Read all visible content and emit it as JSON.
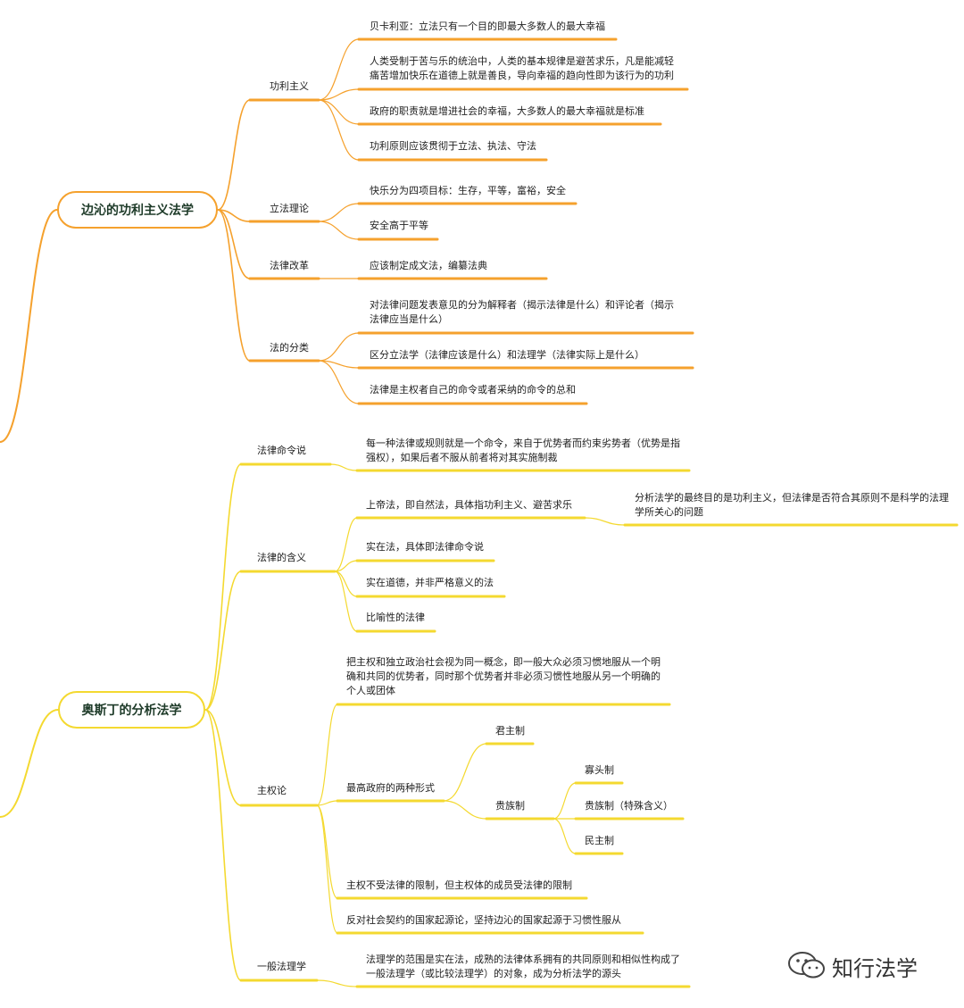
{
  "colors": {
    "orange": "#f5a12d",
    "yellow": "#f4d930"
  },
  "watermark": {
    "icon": "wechat-icon",
    "text": "知行法学"
  },
  "bentham": {
    "root": "边沁的功利主义法学",
    "branches": [
      {
        "label": "功利主义",
        "items": [
          "贝卡利亚：立法只有一个目的即最大多数人的最大幸福",
          "人类受制于苦与乐的统治中，人类的基本规律是避苦求乐，凡是能减轻痛苦增加快乐在道德上就是善良，导向幸福的趋向性即为该行为的功利",
          "政府的职责就是增进社会的幸福，大多数人的最大幸福就是标准",
          "功利原则应该贯彻于立法、执法、守法"
        ]
      },
      {
        "label": "立法理论",
        "items": [
          "快乐分为四项目标：生存，平等，富裕，安全",
          "安全高于平等"
        ]
      },
      {
        "label": "法律改革",
        "items": [
          "应该制定成文法，编纂法典"
        ]
      },
      {
        "label": "法的分类",
        "items": [
          "对法律问题发表意见的分为解释者（揭示法律是什么）和评论者（揭示法律应当是什么）",
          "区分立法学（法律应该是什么）和法理学（法律实际上是什么）",
          "法律是主权者自己的命令或者采纳的命令的总和"
        ]
      }
    ]
  },
  "austin": {
    "root": "奥斯丁的分析法学",
    "command": {
      "label": "法律命令说",
      "item": "每一种法律或规则就是一个命令，来自于优势者而约束劣势者（优势是指强权），如果后者不服从前者将对其实施制裁"
    },
    "meaning": {
      "label": "法律的含义",
      "items": [
        "上帝法，即自然法，具体指功利主义、避苦求乐",
        "实在法，具体即法律命令说",
        "实在道德，并非严格意义的法",
        "比喻性的法律"
      ],
      "sub": "分析法学的最终目的是功利主义，但法律是否符合其原则不是科学的法理学所关心的问题"
    },
    "sovereignty": {
      "label": "主权论",
      "item1": "把主权和独立政治社会视为同一概念，即一般大众必须习惯地服从一个明确和共同的优势者，同时那个优势者并非必须习惯性地服从另一个明确的个人或团体",
      "forms": {
        "label": "最高政府的两种形式",
        "monarchy": "君主制",
        "aristocracy": {
          "label": "贵族制",
          "items": [
            "寡头制",
            "贵族制（特殊含义）",
            "民主制"
          ]
        }
      },
      "item3": "主权不受法律的限制，但主权体的成员受法律的限制",
      "item4": "反对社会契约的国家起源论，坚持边沁的国家起源于习惯性服从"
    },
    "general": {
      "label": "一般法理学",
      "item": "法理学的范围是实在法，成熟的法律体系拥有的共同原则和相似性构成了一般法理学（或比较法理学）的对象，成为分析法学的源头"
    }
  }
}
